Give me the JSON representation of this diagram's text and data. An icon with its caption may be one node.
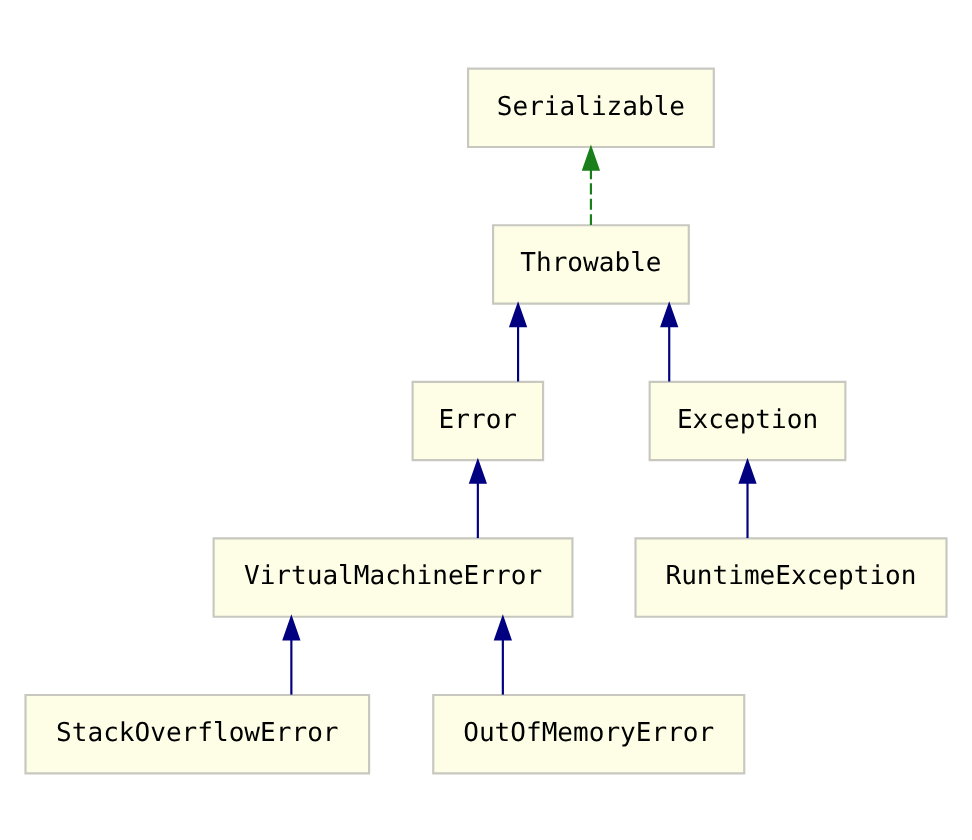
{
  "diagram": {
    "nodes": [
      {
        "text": [
          "Serializable"
        ]
      },
      {
        "text": [
          "Throwable"
        ]
      },
      {
        "text": [
          "Error"
        ]
      },
      {
        "text": [
          "Exception"
        ]
      },
      {
        "text": [
          "VirtualMachineError"
        ]
      },
      {
        "text": [
          "RuntimeException"
        ]
      },
      {
        "text": [
          "StackOverflowError"
        ]
      },
      {
        "text": [
          "OutOfMemoryError"
        ]
      }
    ],
    "edges": [
      {
        "from": 1,
        "to": 0,
        "arrow": "to",
        "style": "dashed",
        "color": "#1a7f1a"
      },
      {
        "from": 2,
        "to": 1,
        "arrow": "to"
      },
      {
        "from": 3,
        "to": 1,
        "arrow": "to"
      },
      {
        "from": 4,
        "to": 2,
        "arrow": "to"
      },
      {
        "from": 5,
        "to": 3,
        "arrow": "to"
      },
      {
        "from": 6,
        "to": 4,
        "arrow": "to"
      },
      {
        "from": 7,
        "to": 4,
        "arrow": "to"
      }
    ]
  }
}
